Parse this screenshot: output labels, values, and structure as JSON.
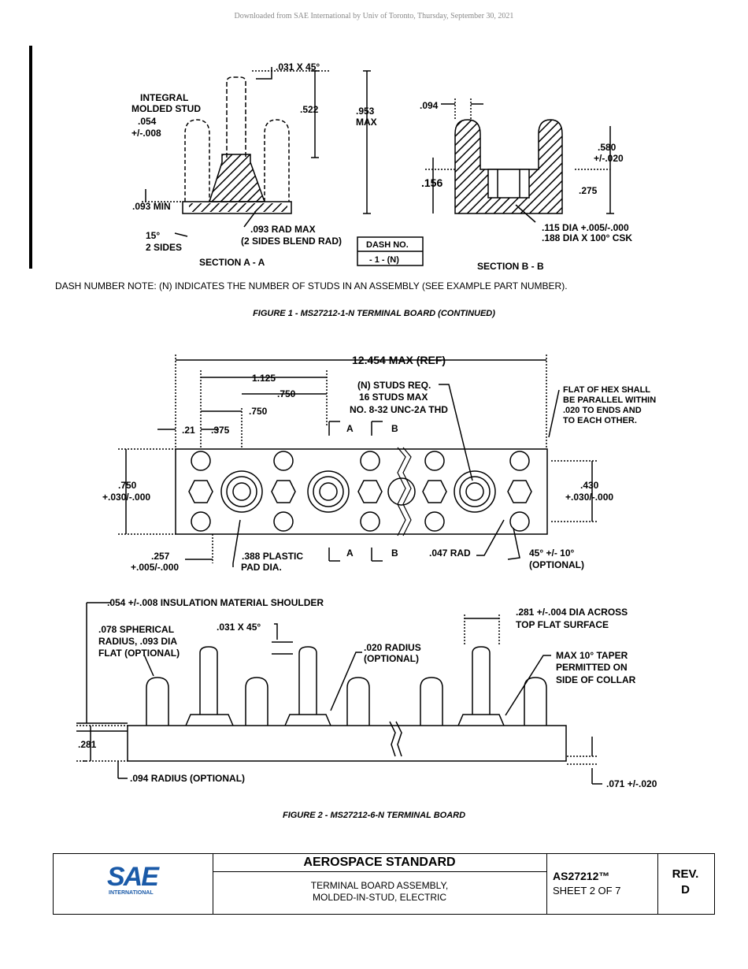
{
  "header": {
    "download_line": "Downloaded from SAE International by Univ of Toronto, Thursday, September 30, 2021"
  },
  "figure1": {
    "labels": {
      "chamfer": ".031 X 45°",
      "integral_stud_1": "INTEGRAL",
      "integral_stud_2": "MOLDED STUD",
      "dim_054": ".054",
      "dim_054_tol": "+/-.008",
      "dim_522": ".522",
      "dim_953": ".953",
      "dim_953_max": "MAX",
      "dim_093min": ".093 MIN",
      "angle_15": "15°",
      "two_sides": "2 SIDES",
      "rad_093": ".093 RAD MAX",
      "blend_rad": "(2 SIDES BLEND RAD)",
      "section_aa": "SECTION A - A",
      "dash_no": "DASH NO.",
      "dash_value": "- 1 - (N)",
      "dim_094": ".094",
      "dim_156": ".156",
      "dim_580": ".580",
      "dim_580_tol": "+/-.020",
      "dim_275": ".275",
      "dia_115": ".115 DIA +.005/-.000",
      "dia_188": ".188 DIA X 100° CSK",
      "section_bb": "SECTION B - B"
    },
    "note": "DASH NUMBER NOTE: (N) INDICATES THE NUMBER OF STUDS IN AN ASSEMBLY (SEE EXAMPLE PART NUMBER).",
    "caption": "FIGURE 1 - MS27212-1-N TERMINAL BOARD (CONTINUED)"
  },
  "figure2": {
    "labels": {
      "overall": "12.454 MAX (REF)",
      "dim_1125": "1.125",
      "dim_750a": ".750",
      "dim_750b": ".750",
      "dim_21": ".21",
      "dim_375": ".375",
      "cut_a": "A",
      "cut_b": "B",
      "studs_req": "(N) STUDS REQ.",
      "studs_max": "16 STUDS MAX",
      "thread": "NO. 8-32 UNC-2A THD",
      "hex_1": "FLAT OF HEX SHALL",
      "hex_2": "BE PARALLEL WITHIN",
      "hex_3": ".020 TO ENDS AND",
      "hex_4": "TO EACH OTHER.",
      "dim_750w": ".750",
      "dim_750w_tol": "+.030/-.000",
      "dim_430": ".430",
      "dim_430_tol": "+.030/-.000",
      "dim_257": ".257",
      "dim_257_tol": "+.005/-.000",
      "pad_1": ".388 PLASTIC",
      "pad_2": "PAD DIA.",
      "rad_047": ".047 RAD",
      "angle_45": "45° +/- 10°",
      "optional": "(OPTIONAL)",
      "shoulder": ".054 +/-.008 INSULATION MATERIAL SHOULDER",
      "sph_1": ".078 SPHERICAL",
      "sph_2": "RADIUS, .093 DIA",
      "sph_3": "FLAT (OPTIONAL)",
      "chamfer2": ".031 X 45°",
      "rad020_1": ".020 RADIUS",
      "rad020_2": "(OPTIONAL)",
      "dia281_1": ".281 +/-.004 DIA ACROSS",
      "dia281_2": "TOP FLAT SURFACE",
      "taper_1": "MAX 10° TAPER",
      "taper_2": "PERMITTED ON",
      "taper_3": "SIDE OF COLLAR",
      "dim_281": ".281",
      "rad_094": ".094 RADIUS (OPTIONAL)",
      "dim_071": ".071 +/-.020"
    },
    "caption": "FIGURE 2 - MS27212-6-N TERMINAL BOARD"
  },
  "title_block": {
    "logo_text": "SAE",
    "logo_sub": "INTERNATIONAL",
    "standard": "AEROSPACE STANDARD",
    "title_1": "TERMINAL BOARD ASSEMBLY,",
    "title_2": "MOLDED-IN-STUD, ELECTRIC",
    "doc_number": "AS27212™",
    "sheet": "SHEET 2 OF 7",
    "rev_label": "REV.",
    "rev_value": "D"
  },
  "colors": {
    "logo_blue": "#1a5aa8",
    "line": "#000000"
  }
}
